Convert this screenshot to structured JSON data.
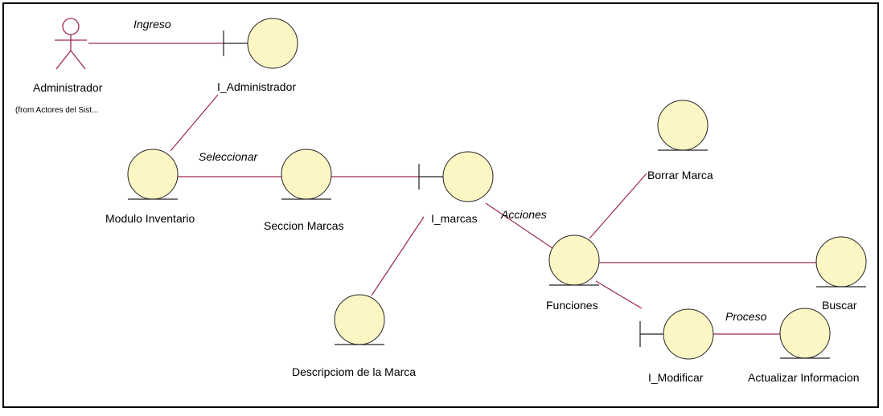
{
  "colors": {
    "node_fill": "#fbf6c4",
    "node_stroke": "#222222",
    "link": "#9b2a4a",
    "actor": "#9b2a4a",
    "frame": "#000000"
  },
  "actor": {
    "name": "Administrador",
    "from": "(from Actores del Sist..."
  },
  "nodes": {
    "i_administrador": "I_Administrador",
    "modulo_inventario": "Modulo Inventario",
    "seccion_marcas": "Seccion Marcas",
    "i_marcas": "I_marcas",
    "descripcion_marca": "Descripciom de la Marca",
    "borrar_marca": "Borrar Marca",
    "funciones": "Funciones",
    "buscar": "Buscar",
    "i_modificar": "I_Modificar",
    "actualizar_informacion": "Actualizar Informacion"
  },
  "links": {
    "ingreso": "Ingreso",
    "seleccionar": "Seleccionar",
    "acciones": "Acciones",
    "proceso": "Proceso"
  }
}
